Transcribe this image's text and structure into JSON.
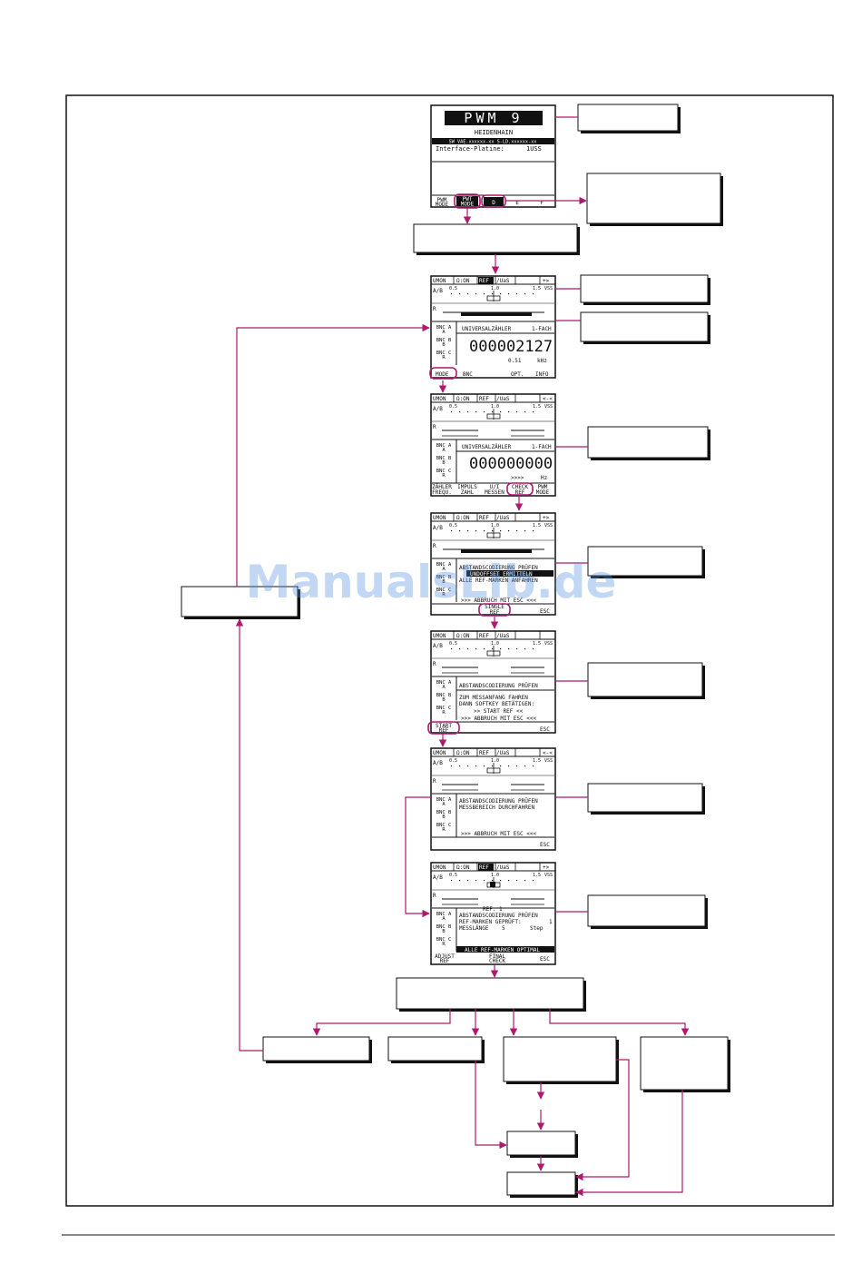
{
  "colors": {
    "accent": "#b0196e",
    "ink": "#111111",
    "watermark": "#4f8fe0"
  },
  "watermark": "ManualsLib.de",
  "screen_start": {
    "title": "PWM 9",
    "brand": "HEIDENHAIN",
    "sw_line": "SW VAE.xxxxxx-xx S-LD.xxxxxx-xx",
    "interface_label": "Interface-Platine:",
    "interface_value": "1USS",
    "softkeys": [
      {
        "label": "PWM MODE"
      },
      {
        "label": "PWT MODE"
      },
      {
        "label": "D"
      },
      {
        "label": "E"
      },
      {
        "label": "F"
      }
    ]
  },
  "screen_common": {
    "tabs": [
      "UMON",
      "Ω:ON",
      "REF",
      "/UaS"
    ],
    "ab_label": "A/B",
    "r_label": "R",
    "scale": [
      "0.5",
      "1.0",
      "1.5",
      "VSS"
    ],
    "bnc_labels": [
      "BNC A",
      "A",
      "BNC B",
      "B",
      "BNC C",
      "R"
    ]
  },
  "screen1": {
    "arrow": "+>",
    "header": "UNIVERSALZÄHLER",
    "header_right": "1-FACH",
    "counter": "000002127",
    "freq": "0.51",
    "unit": "kHz",
    "softkeys": [
      {
        "label": "MODE"
      },
      {
        "label": "BNC"
      },
      {
        "label": "OPT."
      },
      {
        "label": "INFO"
      }
    ]
  },
  "screen2": {
    "arrow": "<-<",
    "header": "UNIVERSALZÄHLER",
    "header_right": "1-FACH",
    "counter": "000000000",
    "status": ">>>>",
    "unit": "Hz",
    "softkeys": [
      {
        "label": "ZÄHLER FREQU."
      },
      {
        "label": "IMPULS ZAHL"
      },
      {
        "label": "U/I MESSEN"
      },
      {
        "label": "CHECK REF"
      },
      {
        "label": "PWM MODE"
      }
    ]
  },
  "screen3": {
    "arrow": "+>",
    "line1": "ABSTANDSCODIERUNG PRÜFEN",
    "line2": "UNDOFFSET ERMITTELN",
    "line3": "ALLE REF-MARKEN ANFAHREN",
    "abort": ">>> ABBRUCH MIT ESC <<<",
    "softkeys": [
      {
        "label": "SINGLE REF"
      },
      {
        "label": "ESC"
      }
    ]
  },
  "screen4": {
    "line1": "ABSTANDSCODIERUNG PRÜFEN",
    "line2": "ZUM MESSANFANG FAHREN",
    "line3": "DANN SOFTKEY BETÄTIGEN:",
    "line4": ">> START REF <<",
    "abort": ">>> ABBRUCH MIT ESC <<<",
    "softkeys": [
      {
        "label": "START REF"
      },
      {
        "label": "ESC"
      }
    ]
  },
  "screen5": {
    "arrow": "<-<",
    "line1": "ABSTANDSCODIERUNG PRÜFEN",
    "line2": "MESSBEREICH DURCHFAHREN",
    "abort": ">>> ABBRUCH MIT ESC <<<",
    "softkeys": [
      {
        "label": "ESC"
      }
    ]
  },
  "screen6": {
    "arrow": "+>",
    "ref_line": "REF: 1",
    "line1": "ABSTANDSCODIERUNG PRÜFEN",
    "line2": "REF-MARKEN GEPRÜFT:",
    "line2_val": "1",
    "line3": "MESSLÄNGE",
    "line3_val": "5",
    "line3_unit": "Step",
    "footer": "ALLE REF-MARKEN OPTIMAL",
    "softkeys": [
      {
        "label": "ADJUST REF"
      },
      {
        "label": "FINAL CHECK"
      },
      {
        "label": "ESC"
      }
    ]
  }
}
